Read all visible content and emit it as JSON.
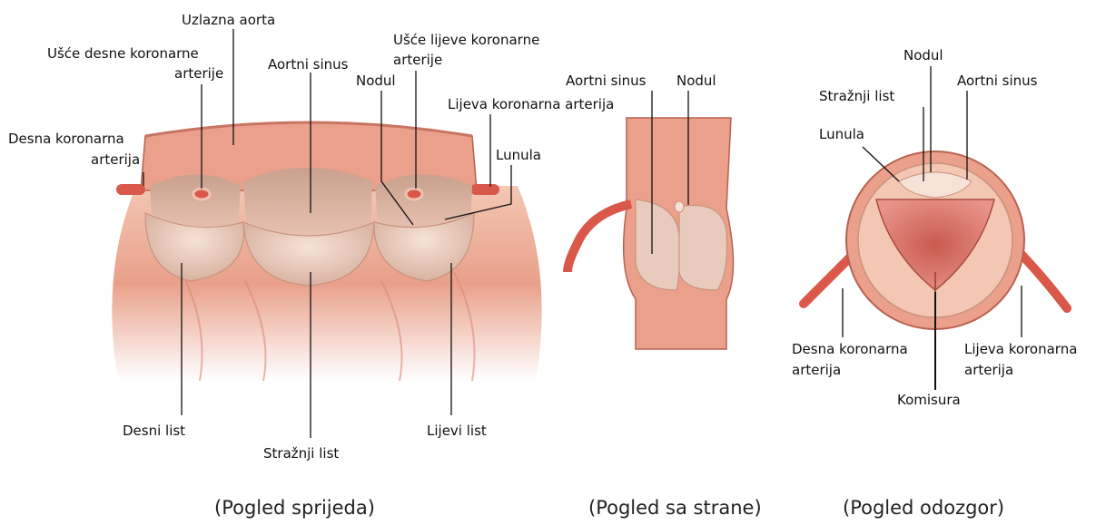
{
  "colors": {
    "tissue_light": "#f3c7b4",
    "tissue_mid": "#e9a08a",
    "tissue_dark": "#c96a57",
    "leaflet": "#efd6c8",
    "artery": "#d9584a",
    "leader_line": "#111111"
  },
  "views": {
    "front": {
      "caption": "(Pogled sprijeda)",
      "labels": {
        "ascending_aorta": "Uzlazna aorta",
        "right_coronary_ostium_l1": "Ušće desne koronarne",
        "right_coronary_ostium_l2": "arterije",
        "aortic_sinus": "Aortni sinus",
        "left_coronary_ostium_l1": "Ušće lijeve koronarne",
        "left_coronary_ostium_l2": "arterije",
        "nodule": "Nodul",
        "left_coronary_artery": "Lijeva koronarna arterija",
        "right_coronary_artery_l1": "Desna koronarna",
        "right_coronary_artery_l2": "arterija",
        "lunula": "Lunula",
        "right_leaflet": "Desni list",
        "posterior_leaflet": "Stražnji list",
        "left_leaflet": "Lijevi list"
      }
    },
    "side": {
      "caption": "(Pogled sa strane)",
      "labels": {
        "aortic_sinus": "Aortni sinus",
        "nodule": "Nodul"
      }
    },
    "top": {
      "caption": "(Pogled odozgor)",
      "labels": {
        "nodule": "Nodul",
        "posterior_leaflet": "Stražnji list",
        "aortic_sinus": "Aortni sinus",
        "lunula": "Lunula",
        "right_coronary_artery_l1": "Desna koronarna",
        "right_coronary_artery_l2": "arterija",
        "left_coronary_artery_l1": "Lijeva koronarna",
        "left_coronary_artery_l2": "arterija",
        "commissure": "Komisura"
      }
    }
  }
}
